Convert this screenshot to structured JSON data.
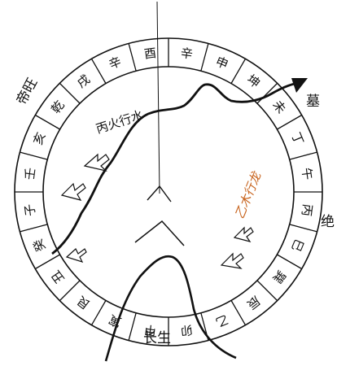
{
  "ring": {
    "characters": [
      "辛",
      "申",
      "坤",
      "未",
      "丁",
      "午",
      "丙",
      "巳",
      "巽",
      "辰",
      "乙",
      "卯",
      "甲",
      "寅",
      "艮",
      "丑",
      "癸",
      "子",
      "壬",
      "亥",
      "乾",
      "戌",
      "辛",
      "酉",
      "庚"
    ]
  },
  "outer_labels": {
    "top_left": "帝旺",
    "right_top": "墓",
    "right_middle": "绝",
    "bottom": "长生"
  },
  "flows": {
    "fire": "丙火行水",
    "wood": "乙木行龙"
  },
  "colors": {
    "line": "#111111",
    "accent": "#c8641e",
    "background": "#ffffff"
  }
}
